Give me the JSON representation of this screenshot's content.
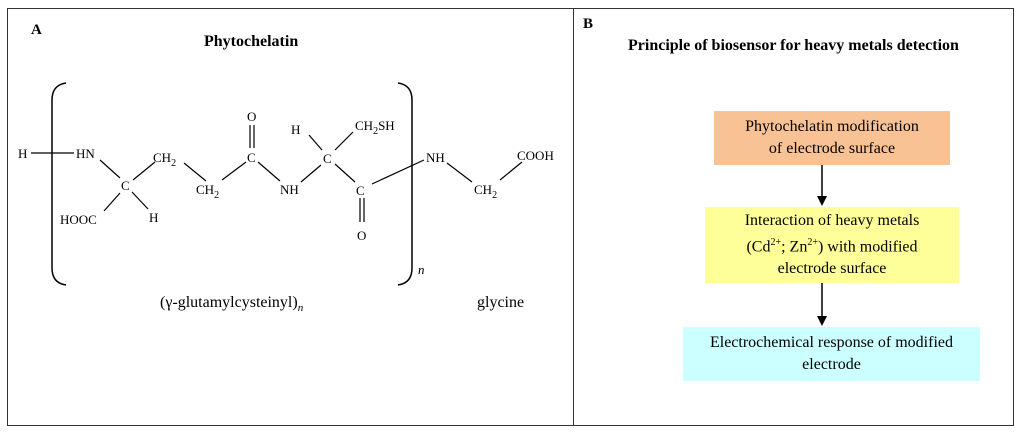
{
  "panel_a": {
    "letter": "A",
    "title": "Phytochelatin",
    "caption_left": "(γ-glutamylcysteinyl)",
    "caption_left_sub": "n",
    "caption_right": "glycine",
    "structure_labels": {
      "h_terminal": "H",
      "hn": "HN",
      "c_alpha1": "C",
      "hooc": "HOOC",
      "h1": "H",
      "ch2_a": "CH",
      "ch2_a_sub": "2",
      "ch2_b": "CH",
      "ch2_b_sub": "2",
      "c_carbonyl1": "C",
      "o1": "O",
      "nh1": "NH",
      "h2": "H",
      "c_alpha2": "C",
      "ch2sh": "CH",
      "ch2sh_sub": "2",
      "ch2sh_tail": "SH",
      "c_carbonyl2": "C",
      "o2": "O",
      "nh2": "NH",
      "ch2_gly": "CH",
      "ch2_gly_sub": "2",
      "cooh": "COOH",
      "repeat_n": "n"
    }
  },
  "panel_b": {
    "letter": "B",
    "title": "Principle of biosensor for heavy metals detection",
    "steps": [
      {
        "line1": "Phytochelatin modification",
        "line2": "of electrode surface",
        "color": "#f9c295"
      },
      {
        "line1": "Interaction of heavy metals",
        "line2_a": "(Cd",
        "line2_sup1": "2+",
        "line2_b": "; Zn",
        "line2_sup2": "2+",
        "line2_c": ") with modified",
        "line3": "electrode surface",
        "color": "#ffff99"
      },
      {
        "line1": "Electrochemical response of modified",
        "line2": "electrode",
        "color": "#ccffff"
      }
    ]
  }
}
